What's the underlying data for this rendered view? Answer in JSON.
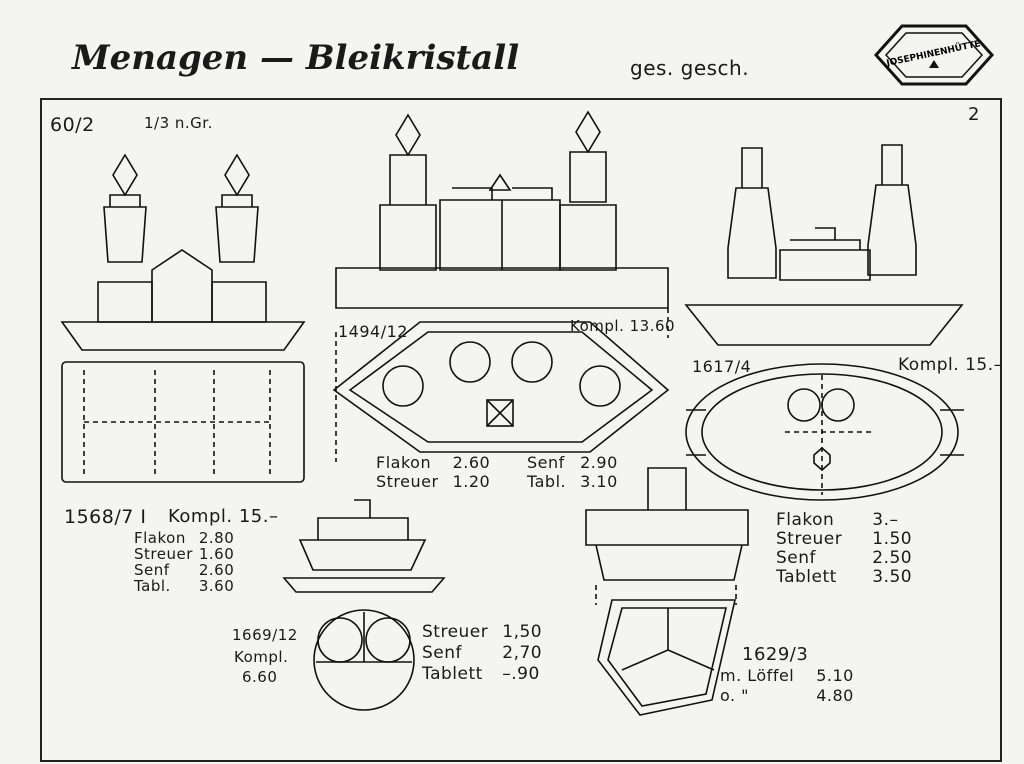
{
  "header": {
    "title": "Menagen — Bleikristall",
    "note": "ges. gesch.",
    "logo_text": "JOSEPHINENHÜTTE"
  },
  "page_number": "2",
  "scale_note": "1/3 n.Gr.",
  "items": {
    "i60": {
      "number": "60/2"
    },
    "i1568": {
      "number": "1568/7 I",
      "total": "Kompl. 15.–",
      "prices": [
        [
          "Flakon",
          "2.80"
        ],
        [
          "Streuer",
          "1.60"
        ],
        [
          "Senf",
          "2.60"
        ],
        [
          "Tabl.",
          "3.60"
        ]
      ]
    },
    "i1494": {
      "number": "1494/12",
      "total": "Kompl. 13.60",
      "prices": [
        [
          "Flakon",
          "2.60"
        ],
        [
          "Streuer",
          "1.20"
        ],
        [
          "Senf",
          "2.90"
        ],
        [
          "Tabl.",
          "3.10"
        ]
      ]
    },
    "i1617": {
      "number": "1617/4",
      "total": "Kompl. 15.–",
      "prices": [
        [
          "Flakon",
          "3.–"
        ],
        [
          "Streuer",
          "1.50"
        ],
        [
          "Senf",
          "2.50"
        ],
        [
          "Tablett",
          "3.50"
        ]
      ]
    },
    "i1669": {
      "number": "1669/12",
      "total_label": "Kompl.",
      "total": "6.60",
      "prices": [
        [
          "Streuer",
          "1,50"
        ],
        [
          "Senf",
          "2,70"
        ],
        [
          "Tablett",
          "–.90"
        ]
      ]
    },
    "i1629": {
      "number": "1629/3",
      "prices": [
        [
          "m. Löffel",
          "5.10"
        ],
        [
          "o.  \"",
          "4.80"
        ]
      ]
    }
  }
}
